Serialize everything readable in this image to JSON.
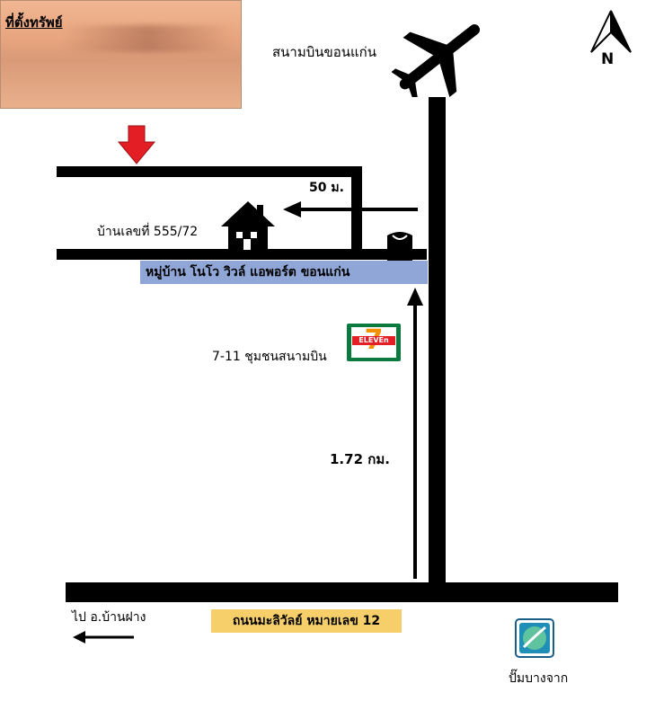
{
  "location_box": {
    "title": "ที่ตั้งทรัพย์"
  },
  "airport": {
    "label": "สนามบินขอนแก่น"
  },
  "compass": {
    "letter": "N"
  },
  "distance_side": {
    "label": "50 ม."
  },
  "house": {
    "label": "บ้านเลขที่ 555/72"
  },
  "village": {
    "label": "หมู่บ้าน โนโว วิวล์ แอพอร์ต ขอนแก่น"
  },
  "seven_eleven": {
    "label": "7-11 ชุมชนสนามบิน",
    "logo_text": "ELEVEn",
    "logo_digit": "7"
  },
  "distance_main": {
    "label": "1.72 กม."
  },
  "road": {
    "label": "ถนนมะลิวัลย์ หมายเลข 12"
  },
  "direction": {
    "label": "ไป อ.บ้านฝาง"
  },
  "gas_station": {
    "label": "ปั๊มบางจาก"
  },
  "colors": {
    "arrow_red": "#e31e24",
    "village_bg": "#8fa6d6",
    "road_sign_bg": "#f6cf6a",
    "seven_green": "#0a7a3e",
    "bangchak_blue": "#1f8fb8"
  }
}
